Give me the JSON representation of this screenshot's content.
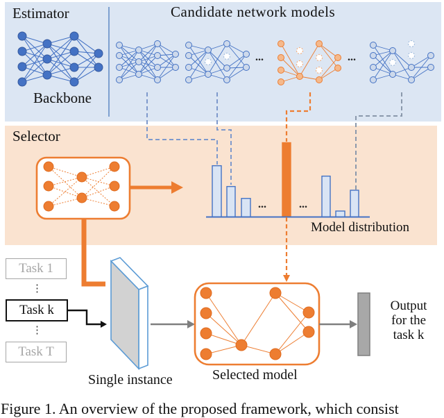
{
  "labels": {
    "estimator": "Estimator",
    "candidate_title": "Candidate network models",
    "backbone": "Backbone",
    "selector": "Selector",
    "model_distribution": "Model distribution",
    "task_1": "Task 1",
    "task_k": "Task k",
    "task_T": "Task T",
    "vdots": "⋮",
    "hdots": "...",
    "single_instance": "Single instance",
    "selected_model": "Selected model",
    "output_line1": "Output",
    "output_line2": "for the",
    "output_line3": "task k",
    "caption": "Figure 1.  An overview of the proposed framework, which consist"
  },
  "colors": {
    "estimator_bg": "#dce6f3",
    "selector_bg": "#fae3d0",
    "blue": "#4472c4",
    "blue_node_fill": "#cdd9eb",
    "blue_off_stroke": "#a3bede",
    "orange": "#ed7d31",
    "orange_node_fill": "#f5b98c",
    "orange_off_stroke": "#f3b183",
    "bar_fill": "#d9e4f4",
    "dash_blue": "#7e99cc",
    "dash_gray": "#8b99ac",
    "gray_arrow": "#7f7f7f",
    "task_gray": "#a6a6a6",
    "output_bar_fill": "#a8a8a8",
    "slab_front": "#d2d2d2",
    "slab_stroke": "#5b9bd5"
  },
  "chart_data": {
    "type": "bar",
    "title": "Model distribution",
    "values": [
      0.69,
      0.41,
      0.25,
      1.0,
      0.55,
      0.08,
      0.36
    ],
    "highlight_index": 3,
    "note": "probability over candidate models; bar 4 (selected, orange) is tallest; ellipses between groups",
    "xlabel": "",
    "ylabel": "",
    "axis_numbers_shown": false
  },
  "networks": [
    {
      "name": "backbone",
      "style": "blue-solid",
      "r": 6,
      "lw": 1.1,
      "hide_off": false,
      "cols_x": [
        32,
        68,
        107,
        142
      ],
      "cols_y": [
        [
          52,
          74,
          96,
          118
        ],
        [
          63,
          85,
          108
        ],
        [
          52,
          74,
          97,
          118
        ],
        [
          77,
          97
        ]
      ],
      "states": [
        [
          1,
          1,
          1,
          1
        ],
        [
          1,
          1,
          1
        ],
        [
          1,
          1,
          1,
          1
        ],
        [
          1,
          1
        ]
      ]
    },
    {
      "name": "candidate-1",
      "style": "blue-light",
      "r": 4.5,
      "lw": 0.9,
      "hide_off": false,
      "cols_x": [
        172,
        200,
        227,
        253
      ],
      "cols_y": [
        [
          65,
          80,
          97,
          115
        ],
        [
          72,
          89,
          107
        ],
        [
          63,
          80,
          97,
          115
        ],
        [
          78,
          97
        ]
      ],
      "states": [
        [
          1,
          1,
          1,
          1
        ],
        [
          1,
          1,
          1
        ],
        [
          1,
          1,
          1,
          1
        ],
        [
          1,
          1
        ]
      ]
    },
    {
      "name": "candidate-2",
      "style": "blue-light",
      "r": 4.5,
      "lw": 0.9,
      "hide_off": false,
      "cols_x": [
        272,
        300,
        327,
        355
      ],
      "cols_y": [
        [
          65,
          80,
          97,
          115
        ],
        [
          72,
          89,
          107
        ],
        [
          63,
          81,
          98,
          115
        ],
        [
          78,
          97
        ]
      ],
      "states": [
        [
          1,
          1,
          1,
          1
        ],
        [
          1,
          0,
          1
        ],
        [
          1,
          0,
          1,
          1
        ],
        [
          1,
          1
        ]
      ]
    },
    {
      "name": "candidate-3-selected",
      "style": "orange-light",
      "r": 4.5,
      "lw": 0.9,
      "hide_off": false,
      "cols_x": [
        405,
        432,
        460,
        487
      ],
      "cols_y": [
        [
          63,
          83,
          101,
          118
        ],
        [
          73,
          92,
          110
        ],
        [
          63,
          83,
          101,
          115
        ],
        [
          83,
          98
        ]
      ],
      "states": [
        [
          1,
          1,
          1,
          1
        ],
        [
          0,
          0,
          1
        ],
        [
          1,
          0,
          0,
          1
        ],
        [
          1,
          1
        ]
      ]
    },
    {
      "name": "candidate-4",
      "style": "blue-light",
      "r": 4.5,
      "lw": 0.9,
      "hide_off": false,
      "cols_x": [
        538,
        566,
        593,
        621
      ],
      "cols_y": [
        [
          65,
          80,
          97,
          115
        ],
        [
          73,
          90,
          107
        ],
        [
          63,
          80,
          97,
          115
        ],
        [
          80,
          97
        ]
      ],
      "states": [
        [
          1,
          1,
          1,
          1
        ],
        [
          1,
          0,
          1
        ],
        [
          0,
          0,
          1,
          1
        ],
        [
          1,
          1
        ]
      ]
    },
    {
      "name": "selector-net",
      "style": "orange-solid-dashedlines",
      "r": 7,
      "lw": 1,
      "hide_off": false,
      "cols_x": [
        70,
        118,
        165
      ],
      "cols_y": [
        [
          240,
          268,
          297
        ],
        [
          255,
          285
        ],
        [
          240,
          268,
          297
        ]
      ],
      "states": [
        [
          1,
          1,
          1
        ],
        [
          1,
          1
        ],
        [
          1,
          1,
          1
        ]
      ]
    },
    {
      "name": "selected-model-net",
      "style": "orange-solid",
      "r": 8,
      "lw": 1,
      "hide_off": true,
      "cols_x": [
        297,
        348,
        397,
        445
      ],
      "cols_y": [
        [
          422,
          451,
          480,
          510
        ],
        [
          440,
          468,
          497
        ],
        [
          422,
          452,
          481,
          510
        ],
        [
          450,
          478
        ]
      ],
      "states": [
        [
          1,
          1,
          1,
          1
        ],
        [
          0,
          0,
          1
        ],
        [
          1,
          0,
          0,
          1
        ],
        [
          1,
          1
        ]
      ]
    }
  ]
}
